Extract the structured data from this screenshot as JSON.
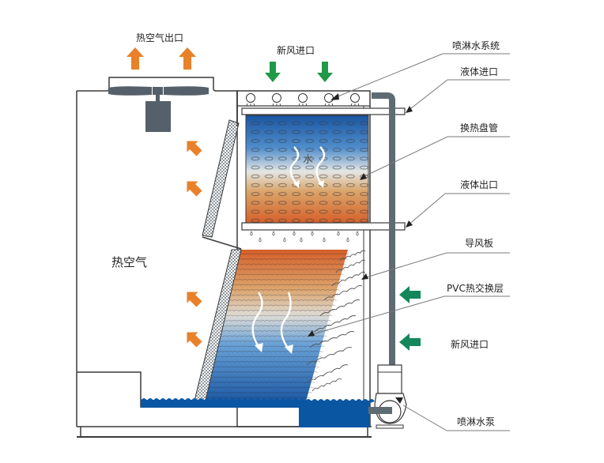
{
  "title": "闭式冷却塔结构示意图",
  "labels": {
    "hot_air_outlet": "热空气出口",
    "fresh_air_inlet_top": "新风进口",
    "hot_air": "热空气",
    "water": "水",
    "callouts": [
      {
        "id": "spray-water-system",
        "text": "喷淋水系统"
      },
      {
        "id": "liquid-inlet",
        "text": "液体进口"
      },
      {
        "id": "heat-exchange-coil",
        "text": "换热盘管"
      },
      {
        "id": "liquid-outlet",
        "text": "液体出口"
      },
      {
        "id": "air-deflector",
        "text": "导风板"
      },
      {
        "id": "pvc-fill",
        "text": "PVC热交换层"
      },
      {
        "id": "fresh-air-inlet-side",
        "text": "新风进口"
      },
      {
        "id": "spray-pump",
        "text": "喷淋水泵"
      }
    ]
  },
  "colors": {
    "outline": "#3a3a3a",
    "fan_gray": "#55606a",
    "pipe_gray": "#5f6b73",
    "hot_arrow": "#e8812a",
    "fresh_arrow": "#1f9a48",
    "side_arrow": "#13875a",
    "water_blue": "#0b56a3",
    "coil_top": "#1f5ea8",
    "coil_mid": "#e6e6e0",
    "coil_bottom": "#d7672a",
    "fill_top": "#d5622a",
    "fill_mid": "#dcdcd8",
    "fill_bottom": "#1c5ea8",
    "mesh": "#9aa2a8",
    "leader": "#7a7a7a"
  }
}
